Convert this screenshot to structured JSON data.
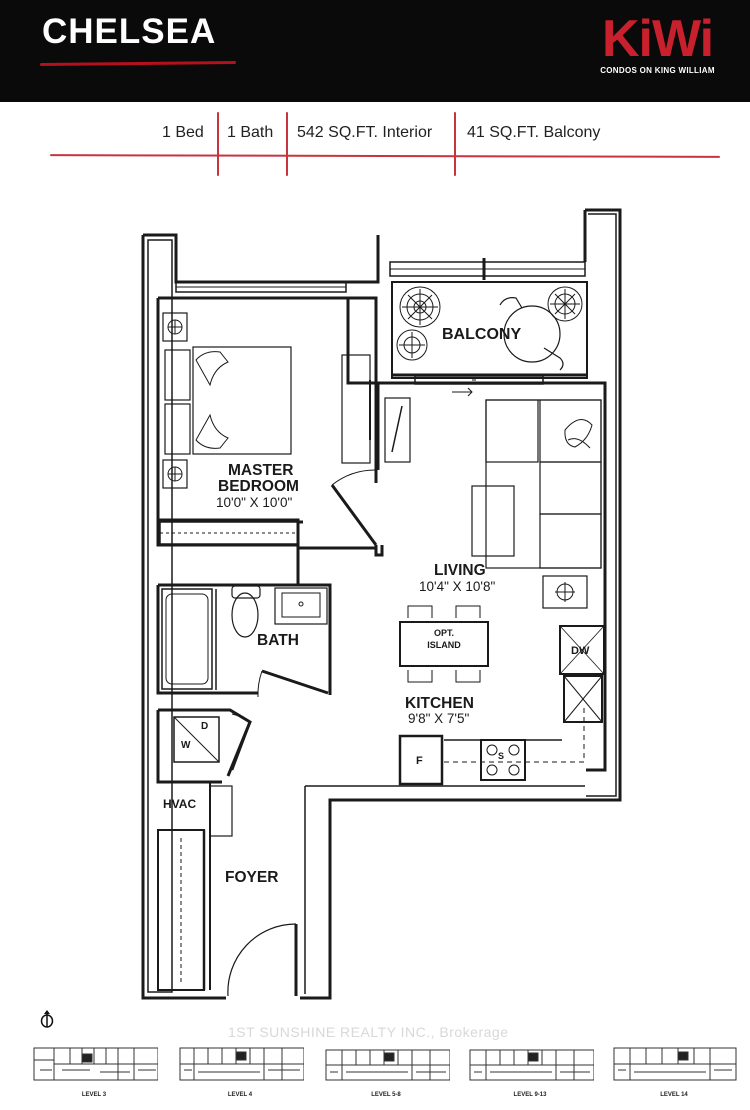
{
  "header": {
    "unit_name": "CHELSEA",
    "brand_name": "KiWi",
    "brand_tagline": "CONDOS ON KING WILLIAM",
    "colors": {
      "background": "#0a0a0a",
      "brand": "#c8202d",
      "accent_line": "#c7343e"
    }
  },
  "specs": {
    "bed": "1 Bed",
    "bath": "1 Bath",
    "interior": "542 SQ.FT. Interior",
    "balcony": "41 SQ.FT. Balcony"
  },
  "rooms": {
    "balcony": {
      "label": "BALCONY"
    },
    "master_bedroom": {
      "label_line1": "MASTER",
      "label_line2": "BEDROOM",
      "dims": "10'0\" X 10'0\""
    },
    "living": {
      "label": "LIVING",
      "dims": "10'4\" X 10'8\""
    },
    "bath": {
      "label": "BATH"
    },
    "kitchen": {
      "label": "KITCHEN",
      "dims": "9'8\" X 7'5\""
    },
    "foyer": {
      "label": "FOYER"
    },
    "hvac": {
      "label": "HVAC"
    }
  },
  "fixtures": {
    "island_line1": "OPT.",
    "island_line2": "ISLAND",
    "dishwasher": "DW",
    "fridge": "F",
    "stove": "S",
    "washer": "W",
    "dryer": "D"
  },
  "footer": {
    "watermark": "1ST SUNSHINE REALTY INC., Brokerage",
    "key_plans": [
      "LEVEL 3",
      "LEVEL 4",
      "LEVEL 5-8",
      "LEVEL 9-13",
      "LEVEL 14"
    ]
  }
}
